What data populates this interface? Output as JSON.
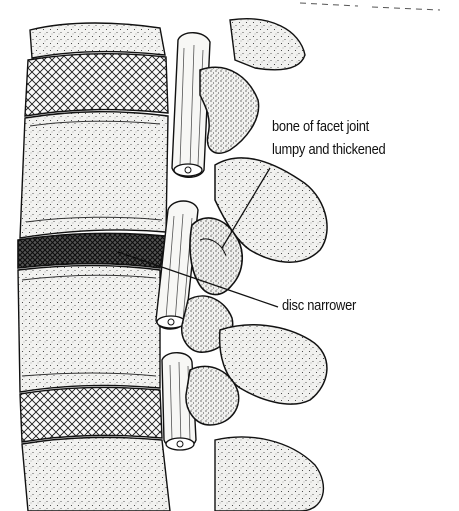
{
  "labels": {
    "facet_joint_line1": "bone of facet joint",
    "facet_joint_line2": "lumpy and thickened",
    "disc": "disc narrower"
  },
  "colors": {
    "ink": "#111111",
    "bone_fill": "#f1f1ef",
    "disc_dark": "#2a2a2a",
    "background": "#ffffff"
  }
}
